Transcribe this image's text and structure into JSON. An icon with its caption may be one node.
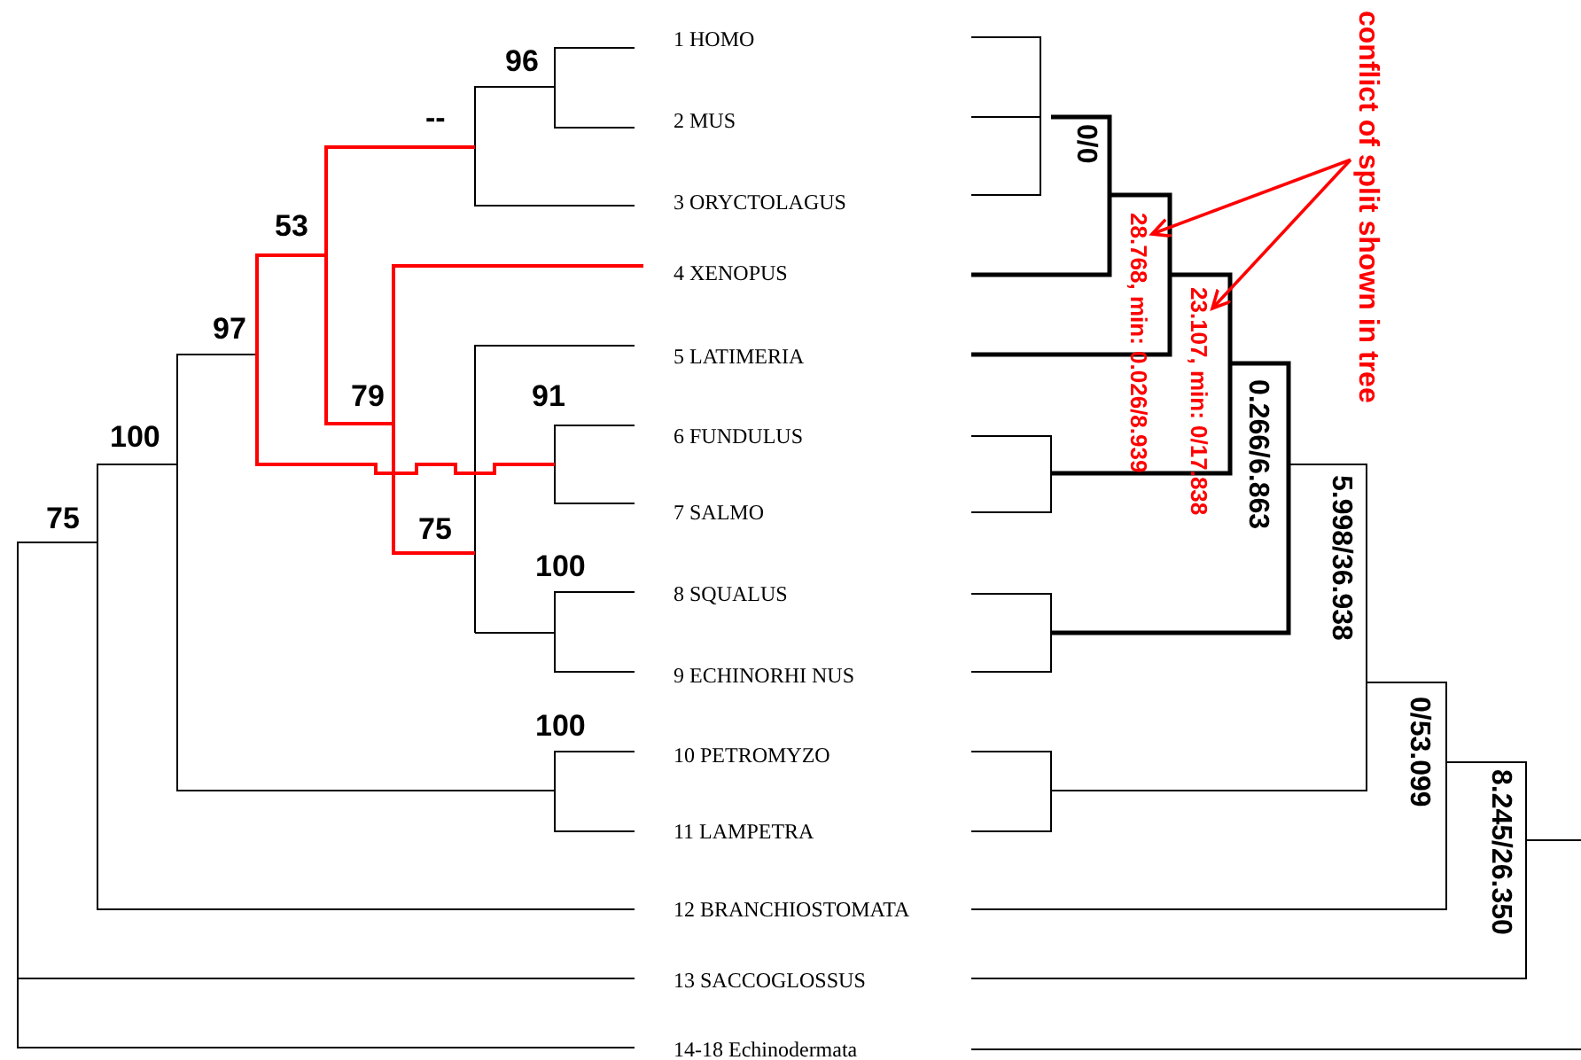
{
  "diagram": {
    "nodes": [
      {
        "text": [
          "1 HOMO"
        ]
      },
      {
        "text": [
          "2 MUS"
        ]
      },
      {
        "text": [
          "3 ORYCTOLAGUS"
        ]
      },
      {
        "text": [
          "4 XENOPUS"
        ]
      },
      {
        "text": [
          "5 LATIMERIA"
        ]
      },
      {
        "text": [
          "6 FUNDULUS"
        ]
      },
      {
        "text": [
          "7 SALMO"
        ]
      },
      {
        "text": [
          "8 SQUALUS"
        ]
      },
      {
        "text": [
          "9 ECHINORHI NUS"
        ]
      },
      {
        "text": [
          "10 PETROMYZO"
        ]
      },
      {
        "text": [
          "11 LAMPETRA"
        ]
      },
      {
        "text": [
          "12 BRANCHIOSTOMATA"
        ]
      },
      {
        "text": [
          "13 SACCOGLOSSUS"
        ]
      },
      {
        "text": [
          "14-18 Echinodermata"
        ]
      },
      {
        "text": [
          "conflict of split shown in tree"
        ]
      },
      {
        "text": [
          "28.768, min: 0.026/8.939"
        ]
      },
      {
        "text": [
          "23.107, min: 0/17.838"
        ]
      }
    ],
    "edges": [
      {
        "from": 14,
        "to": 15,
        "arrow": "to"
      },
      {
        "from": 14,
        "to": 16,
        "arrow": "to"
      }
    ],
    "labels": [
      "96",
      "--",
      "53",
      "97",
      "79",
      "91",
      "100",
      "75",
      "75",
      "100",
      "100",
      "0/0",
      "0.266/6.863",
      "5.998/36.938",
      "0/53.099",
      "8.245/26.350"
    ]
  }
}
